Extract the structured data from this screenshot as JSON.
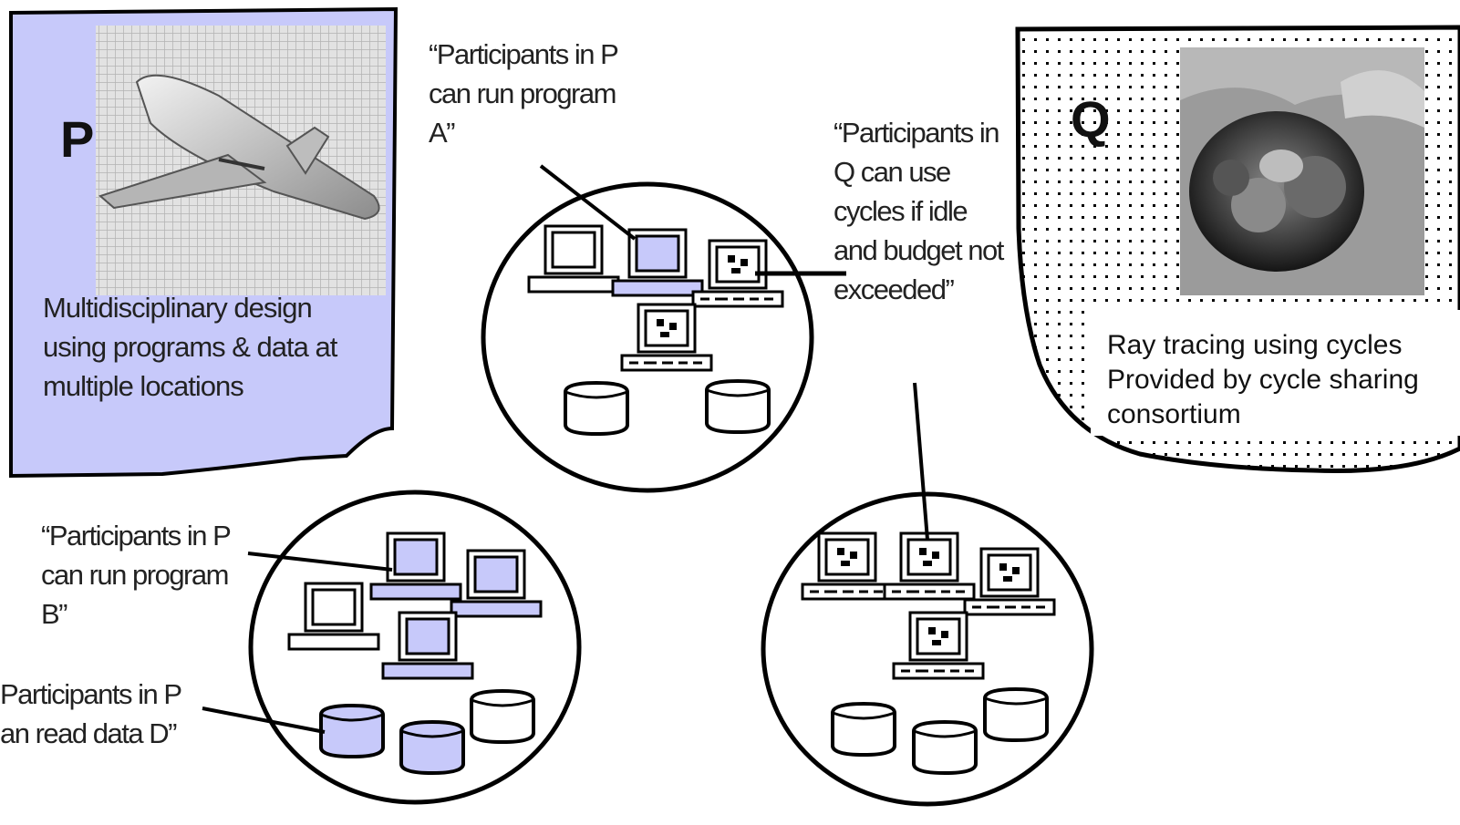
{
  "org_p": {
    "letter": "P",
    "caption": "Multidisciplinary design\nusing programs & data at\nmultiple locations",
    "fill_color": "#c7c9fa",
    "image_subject": "aircraft-model"
  },
  "org_q": {
    "letter": "Q",
    "caption": "Ray tracing using cycles\nProvided by cycle sharing\nconsortium",
    "pattern": "dotted",
    "image_subject": "ray-traced-bowl-of-fruit"
  },
  "policies": {
    "run_program_a": "“Participants in P\ncan run program\nA”",
    "use_cycles_q": "“Participants in\nQ can use\ncycles if idle\nand budget not\nexceeded”",
    "run_program_b": "“Participants in P\ncan run program\nB”",
    "read_data_d": "Participants in P\nan read data D”"
  },
  "colors": {
    "shared": "#c7c9fa",
    "outline": "#000000"
  }
}
